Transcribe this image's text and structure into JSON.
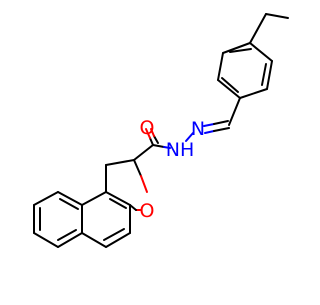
{
  "molecule": {
    "atom_labels": {
      "carbonyl_oxygen": "O",
      "ring_oxygen": "O",
      "imine_nitrogen": "N",
      "amide_nh": "NH"
    },
    "colors": {
      "bond": "#000000",
      "oxygen": "#ff0000",
      "nitrogen": "#0000ff",
      "background": "#ffffff"
    }
  }
}
